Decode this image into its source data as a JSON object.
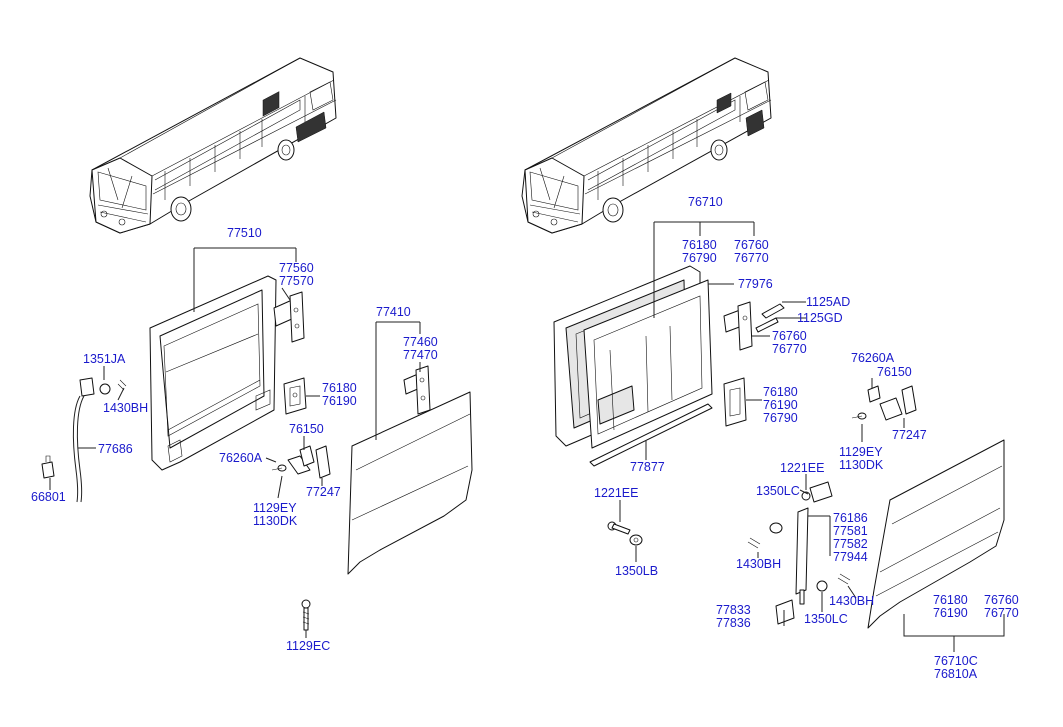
{
  "left_group": {
    "doors_assy": "77510",
    "hinge_upper": [
      "77560",
      "77570"
    ],
    "hinge_mid": [
      "76180",
      "76190"
    ],
    "stopper": "76150",
    "bumper": "76260A",
    "bolts": [
      "1129EY",
      "1130DK"
    ],
    "bracket": "77247",
    "clip_top": "1351JA",
    "pin": "1430BH",
    "cable": "77686",
    "clip_bottom": "66801",
    "panel": "77410",
    "panel_hinge": [
      "77460",
      "77470"
    ],
    "bottom_bolt": "1129EC"
  },
  "right_group": {
    "door_assy": "76710",
    "frame_a": [
      "76180",
      "76790"
    ],
    "frame_b": [
      "76760",
      "76770"
    ],
    "seal": "77976",
    "bolt_a": "1125AD",
    "bolt_b": "1125GD",
    "hinge_upper": [
      "76760",
      "76770"
    ],
    "bumper": "76260A",
    "stopper": "76150",
    "hinge_mid": [
      "76180",
      "76190",
      "76790"
    ],
    "bolts": [
      "1129EY",
      "1130DK"
    ],
    "bracket": "77247",
    "weatherstrip": "77877",
    "grommet": "1221EE",
    "screw": "1221EE",
    "washer_b": "1350LB",
    "washer_c_top": "1350LC",
    "strut": [
      "76186",
      "77581",
      "77582",
      "77944"
    ],
    "pin_left": "1430BH",
    "pin_right": "1430BH",
    "washer_c_bottom": "1350LC",
    "strut_bracket": [
      "77833",
      "77836"
    ],
    "panel_left": [
      "76180",
      "76190"
    ],
    "panel_right": [
      "76760",
      "76770"
    ],
    "panel_assy": [
      "76710C",
      "76810A"
    ]
  }
}
